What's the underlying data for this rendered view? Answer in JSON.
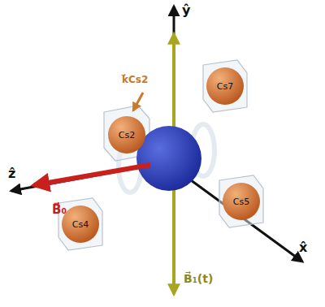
{
  "diagram": {
    "nodes": [
      {
        "text": [
          "Cs2"
        ]
      },
      {
        "text": [
          "Cs7"
        ]
      },
      {
        "text": [
          "Cs4"
        ]
      },
      {
        "text": [
          "Cs5"
        ]
      }
    ],
    "labels": [
      "ŷ",
      "k⃗Cs2",
      "ẑ",
      "B⃗₀",
      "x̂",
      "B⃗₁(t)"
    ]
  }
}
